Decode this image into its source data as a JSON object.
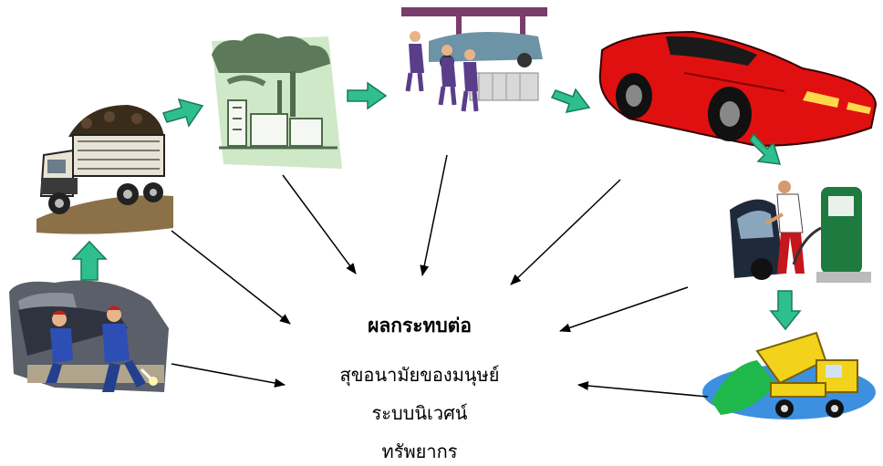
{
  "center": {
    "title": "ผลกระทบต่อ",
    "lines": [
      "สุขอนามัยของมนุษย์",
      "ระบบนิเวศน์",
      "ทรัพยากร"
    ]
  },
  "stages": [
    {
      "icon": "mining-workers-icon"
    },
    {
      "icon": "coal-truck-icon"
    },
    {
      "icon": "factory-icon"
    },
    {
      "icon": "assembly-line-icon"
    },
    {
      "icon": "sports-car-icon"
    },
    {
      "icon": "gas-station-icon"
    },
    {
      "icon": "dump-truck-icon"
    }
  ],
  "colors": {
    "flow_arrow": "#2fbf8f",
    "impact_arrow": "#000000",
    "car_body": "#e01010",
    "factory_bg": "#cfe8c8",
    "truck_yellow": "#f2d21b",
    "sky_blue": "#3d8fe0"
  }
}
